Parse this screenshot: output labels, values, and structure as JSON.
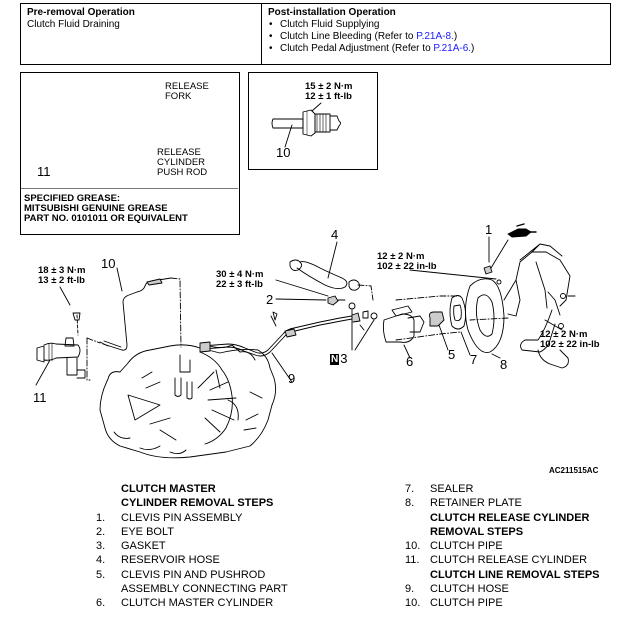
{
  "operations": {
    "pre_removal": {
      "title": "Pre-removal Operation",
      "items": [
        "Clutch Fluid Draining"
      ]
    },
    "post_installation": {
      "title": "Post-installation Operation",
      "items": [
        {
          "text": "Clutch Fluid Supplying",
          "link": ""
        },
        {
          "text": "Clutch Line Bleeding (Refer to ",
          "link": "P.21A-8.",
          "suffix": ")"
        },
        {
          "text": "Clutch Pedal Adjustment (Refer to ",
          "link": "P.21A-6.",
          "suffix": ")"
        }
      ]
    }
  },
  "inset_push_rod": {
    "release_fork": [
      "RELEASE",
      "FORK"
    ],
    "push_rod": [
      "RELEASE",
      "CYLINDER",
      "PUSH ROD"
    ],
    "part_number": "11",
    "grease_note": [
      "SPECIFIED GREASE:",
      "MITSUBISHI GENUINE GREASE",
      "PART NO. 0101011 OR EQUIVALENT"
    ]
  },
  "inset_pipe": {
    "part_number": "10",
    "torque": [
      "15 ± 2 N·m",
      "12 ± 1 ft-lb"
    ]
  },
  "main_diagram": {
    "callouts": {
      "c1": "1",
      "c2": "2",
      "c3": "3",
      "c4": "4",
      "c5": "5",
      "c6": "6",
      "c7": "7",
      "c8": "8",
      "c9": "9",
      "c10": "10",
      "c11": "11"
    },
    "new_part_badge": "N",
    "torques": {
      "release_cyl": [
        "18 ± 3 N·m",
        "13 ± 2 ft-lb"
      ],
      "eye_bolt": [
        "30 ± 4 N·m",
        "22 ± 3 ft-lb"
      ],
      "master_cyl_top": [
        "12 ± 2 N·m",
        "102 ± 22 in-lb"
      ],
      "master_cyl_right": [
        "12 ± 2 N·m",
        "102 ± 22 in-lb"
      ]
    },
    "figure_id": "AC211515AC"
  },
  "steps": {
    "left": [
      {
        "type": "header",
        "text": "CLUTCH MASTER"
      },
      {
        "type": "header",
        "text": "CYLINDER REMOVAL STEPS"
      },
      {
        "type": "item",
        "n": "1.",
        "text": "CLEVIS PIN ASSEMBLY"
      },
      {
        "type": "item",
        "n": "2.",
        "text": "EYE BOLT"
      },
      {
        "type": "item",
        "n": "3.",
        "text": "GASKET"
      },
      {
        "type": "item",
        "n": "4.",
        "text": "RESERVOIR HOSE"
      },
      {
        "type": "item",
        "n": "5.",
        "text": "CLEVIS PIN AND PUSHROD"
      },
      {
        "type": "cont",
        "n": "",
        "text": "ASSEMBLY CONNECTING PART"
      },
      {
        "type": "item",
        "n": "6.",
        "text": "CLUTCH MASTER CYLINDER"
      }
    ],
    "right": [
      {
        "type": "item",
        "n": "7.",
        "text": "SEALER"
      },
      {
        "type": "item",
        "n": "8.",
        "text": "RETAINER PLATE"
      },
      {
        "type": "header",
        "text": "CLUTCH RELEASE CYLINDER"
      },
      {
        "type": "header",
        "text": "REMOVAL STEPS"
      },
      {
        "type": "item",
        "n": "10.",
        "text": "CLUTCH PIPE"
      },
      {
        "type": "item",
        "n": "11.",
        "text": "CLUTCH RELEASE CYLINDER"
      },
      {
        "type": "header",
        "text": "CLUTCH LINE REMOVAL STEPS"
      },
      {
        "type": "item",
        "n": "9.",
        "text": "CLUTCH HOSE"
      },
      {
        "type": "item",
        "n": "10.",
        "text": "CLUTCH PIPE"
      }
    ]
  }
}
